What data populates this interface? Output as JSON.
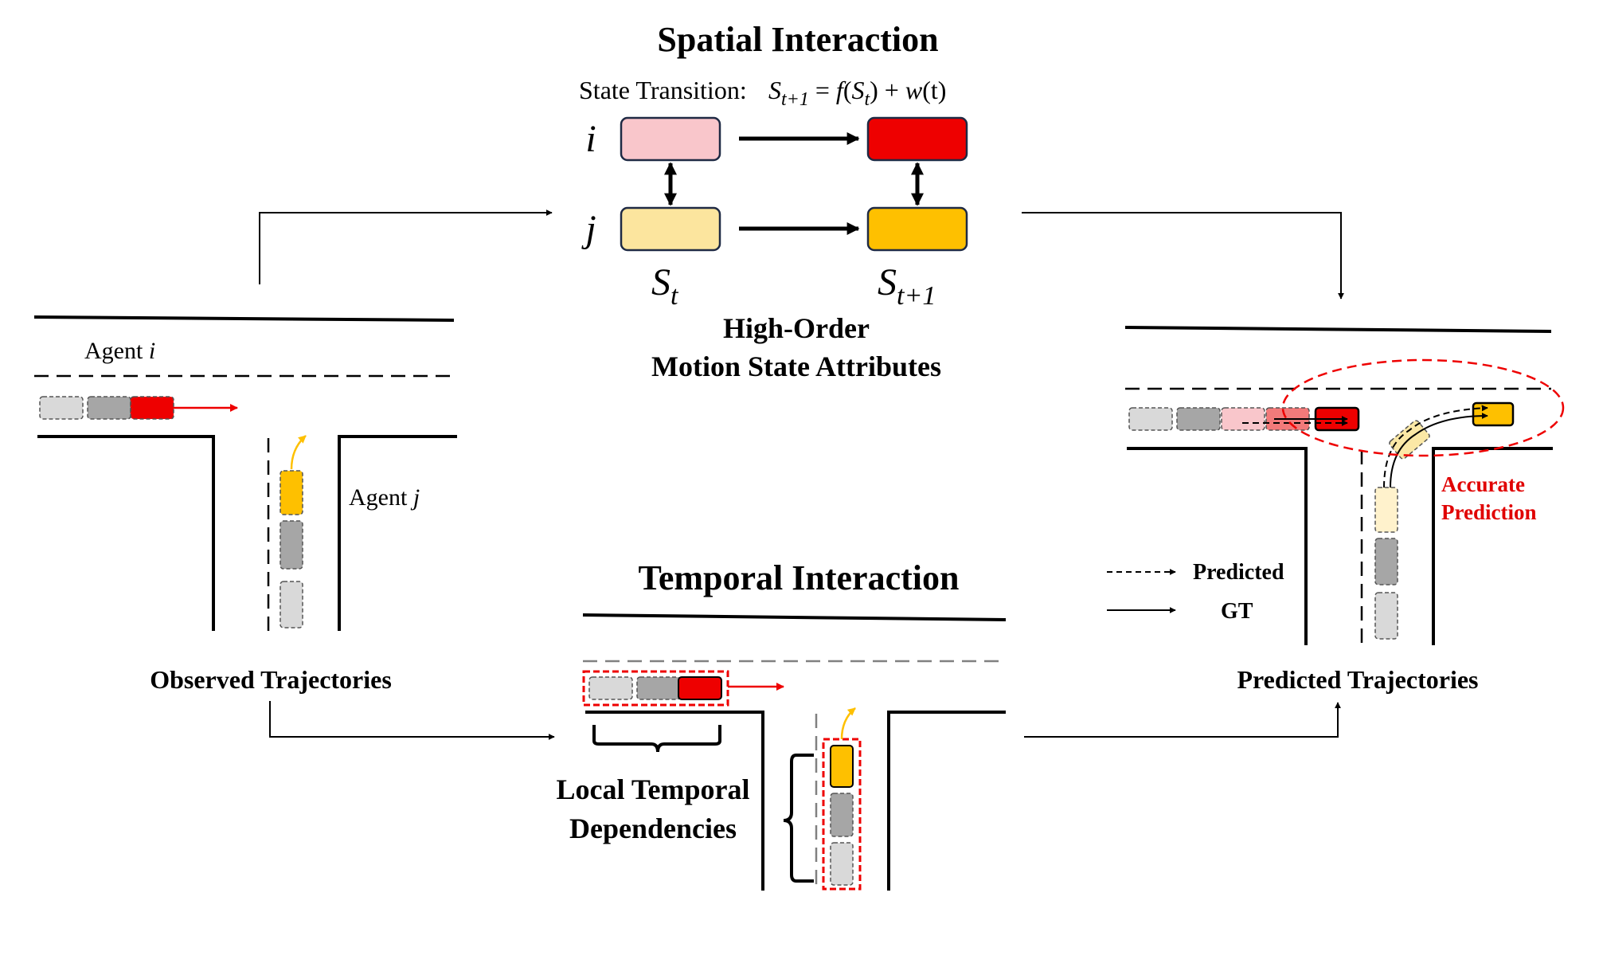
{
  "spatial": {
    "title": "Spatial Interaction",
    "state_transition_label": "State Transition:",
    "equation": {
      "S": "S",
      "sub_t1": "t+1",
      "eq": " = ",
      "f": "f",
      "open": "(",
      "S2": "S",
      "sub_t": "t",
      "close_plus": ") + ",
      "w": "w",
      "paren_t": "(t)"
    },
    "row_i": "i",
    "row_j": "j",
    "col_st": {
      "S": "S",
      "sub": "t"
    },
    "col_st1": {
      "S": "S",
      "sub": "t+1"
    },
    "caption_line1": "High-Order",
    "caption_line2": "Motion State Attributes",
    "colors": {
      "i_t": "#f9c6cb",
      "i_t1": "#ee0000",
      "j_t": "#fce59e",
      "j_t1": "#fec000"
    }
  },
  "observed": {
    "agent_i_label": "Agent",
    "agent_i_var": "i",
    "agent_j_label": "Agent",
    "agent_j_var": "j",
    "caption": "Observed Trajectories"
  },
  "temporal": {
    "title": "Temporal Interaction",
    "caption_line1": "Local Temporal",
    "caption_line2": "Dependencies"
  },
  "predicted": {
    "legend_predicted": "Predicted",
    "legend_gt": "GT",
    "accurate_line1": "Accurate",
    "accurate_line2": "Prediction",
    "caption": "Predicted Trajectories"
  },
  "colors": {
    "red": "#ee0000",
    "yellow": "#fec000",
    "gray": "#a6a6a6",
    "light_gray": "#d9d9d9",
    "accent_red_text": "#e00000"
  }
}
